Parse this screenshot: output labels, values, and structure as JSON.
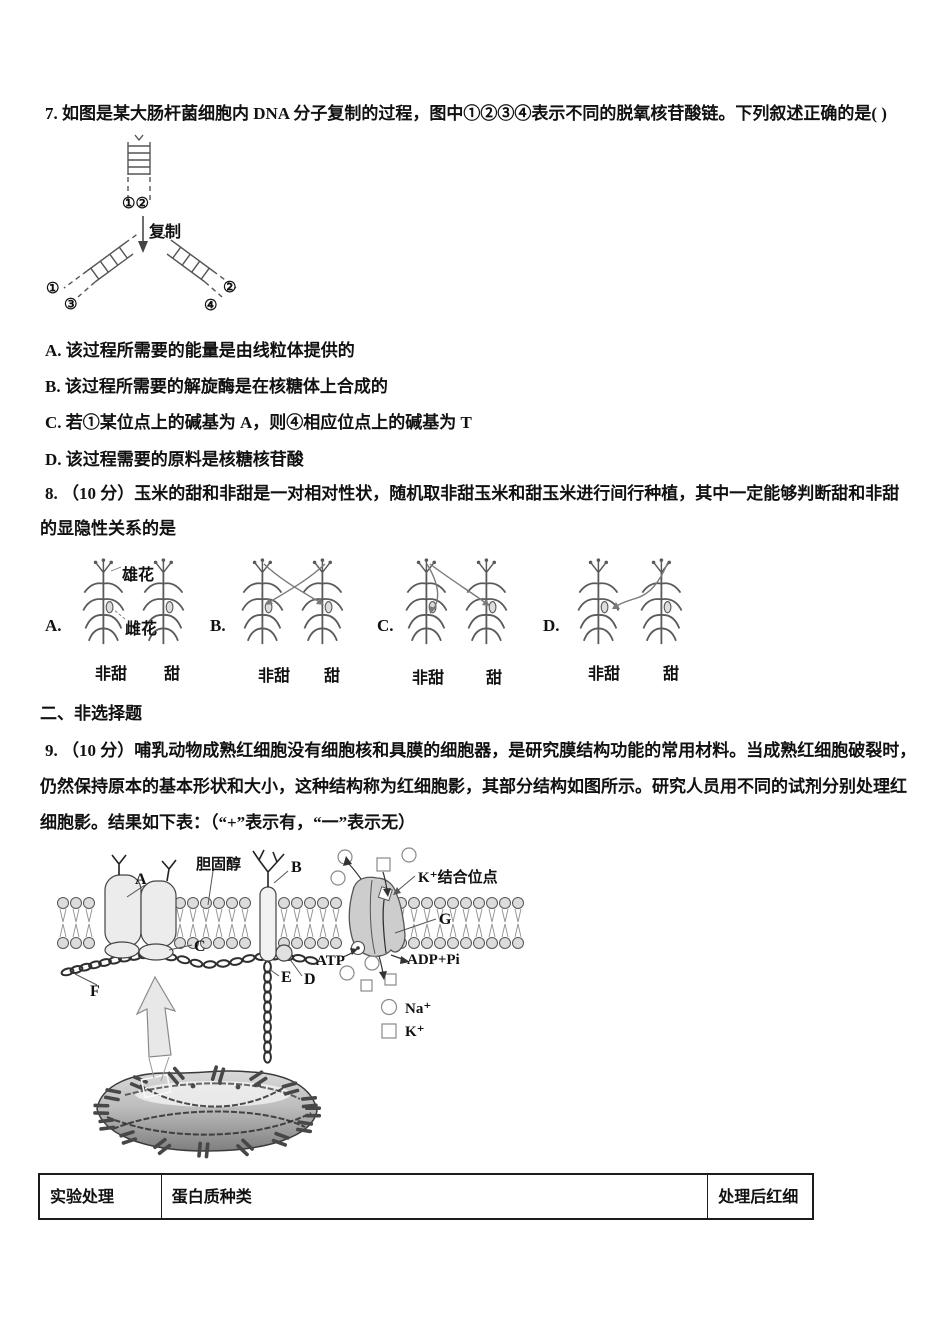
{
  "q7": {
    "question": "7. 如图是某大肠杆菌细胞内 DNA 分子复制的过程，图中①②③④表示不同的脱氧核苷酸链。下列叙述正确的是( )",
    "diagram": {
      "parent_strands": "①②",
      "process": "复制",
      "left_template": "①",
      "left_new": "③",
      "right_template": "②",
      "right_new": "④"
    },
    "options": [
      {
        "text": "A. 该过程所需要的能量是由线粒体提供的"
      },
      {
        "text": "B. 该过程所需要的解旋酶是在核糖体上合成的"
      },
      {
        "text": "C. 若①某位点上的碱基为 A，则④相应位点上的碱基为 T"
      },
      {
        "text": "D. 该过程需要的原料是核糖核苷酸"
      }
    ]
  },
  "q8": {
    "question_line1": "8. （10 分）玉米的甜和非甜是一对相对性状，随机取非甜玉米和甜玉米进行间行种植，其中一定能够判断甜和非甜",
    "question_line2": "的显隐性关系的是",
    "male_flower": "雄花",
    "female_flower": "雌花",
    "options": [
      {
        "key": "A.",
        "left": "非甜",
        "right": "甜"
      },
      {
        "key": "B.",
        "left": "非甜",
        "right": "甜"
      },
      {
        "key": "C.",
        "left": "非甜",
        "right": "甜"
      },
      {
        "key": "D.",
        "left": "非甜",
        "right": "甜"
      }
    ]
  },
  "section2_title": "二、非选择题",
  "q9": {
    "line1": "9. （10 分）哺乳动物成熟红细胞没有细胞核和具膜的细胞器，是研究膜结构功能的常用材料。当成熟红细胞破裂时，",
    "line2": "仍然保持原本的基本形状和大小，这种结构称为红细胞影，其部分结构如图所示。研究人员用不同的试剂分别处理红",
    "line3": "细胞影。结果如下表：（“+”表示有，“一”表示无）",
    "figure": {
      "label_a": "A",
      "label_b": "B",
      "label_c": "C",
      "label_d": "D",
      "label_e": "E",
      "label_f": "F",
      "label_g": "G",
      "cholesterol": "胆固醇",
      "k_binding_site": "K⁺结合位点",
      "atp": "ATP",
      "adp": "ADP+Pi",
      "legend_na": "Na⁺",
      "legend_k": "K⁺"
    },
    "table": {
      "headers": [
        "实验处理",
        "蛋白质种类",
        "处理后红细"
      ]
    }
  }
}
